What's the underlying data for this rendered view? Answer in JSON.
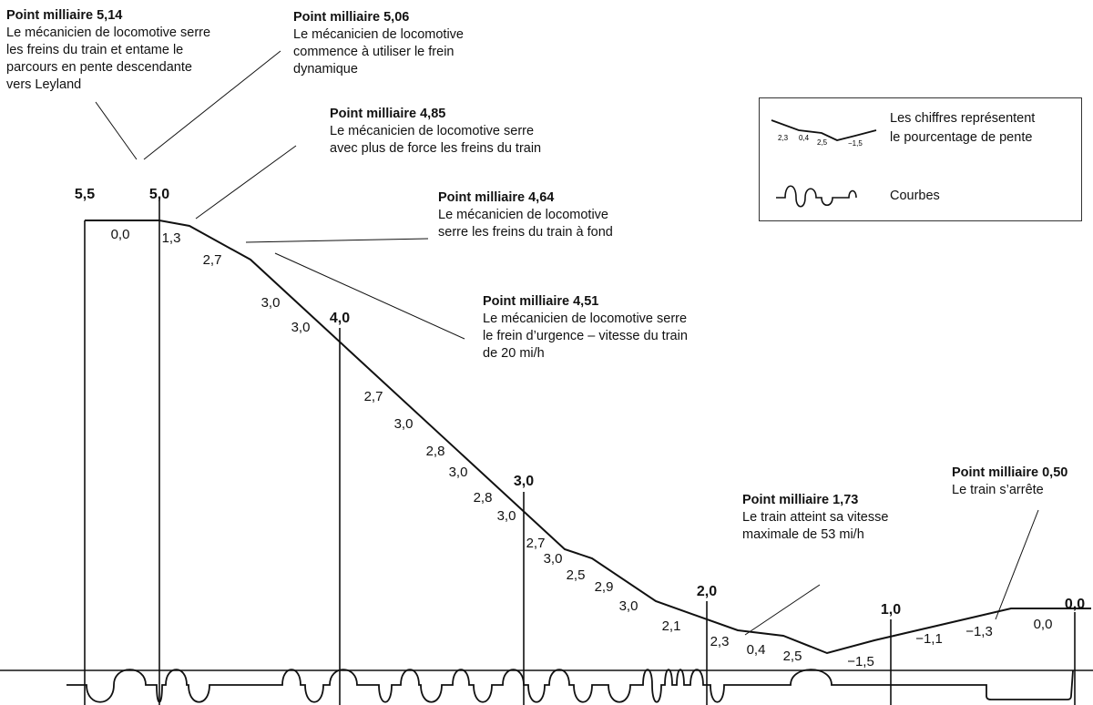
{
  "callouts": [
    {
      "title": "Point milliaire 5,14",
      "lines": [
        "Le mécanicien de locomotive serre",
        "les freins du train et entame le",
        "parcours en pente descendante",
        "vers Leyland"
      ]
    },
    {
      "title": "Point milliaire 5,06",
      "lines": [
        "Le mécanicien de locomotive",
        "commence à utiliser le frein",
        "dynamique"
      ]
    },
    {
      "title": "Point milliaire 4,85",
      "lines": [
        "Le mécanicien de locomotive serre",
        "avec plus de force les freins du train"
      ]
    },
    {
      "title": "Point milliaire 4,64",
      "lines": [
        "Le mécanicien de locomotive",
        "serre les freins du train à fond"
      ]
    },
    {
      "title": "Point milliaire 4,51",
      "lines": [
        "Le mécanicien de locomotive serre",
        "le frein d’urgence – vitesse du train",
        "de 20 mi/h"
      ]
    },
    {
      "title": "Point milliaire 1,73",
      "lines": [
        "Le train atteint sa vitesse",
        "maximale de 53 mi/h"
      ]
    },
    {
      "title": "Point milliaire 0,50",
      "lines": [
        "Le train s’arrête"
      ]
    }
  ],
  "mileposts": [
    "5,5",
    "5,0",
    "4,0",
    "3,0",
    "2,0",
    "1,0",
    "0,0"
  ],
  "grades": [
    "0,0",
    "1,3",
    "2,7",
    "3,0",
    "3,0",
    "2,7",
    "3,0",
    "2,8",
    "3,0",
    "2,8",
    "3,0",
    "2,7",
    "3,0",
    "2,5",
    "2,9",
    "3,0",
    "2,1",
    "2,3",
    "0,4",
    "2,5",
    "−1,5",
    "−1,1",
    "−1,3",
    "0,0"
  ],
  "legend": {
    "grade_text": [
      "Les chiffres représentent",
      "le pourcentage de pente"
    ],
    "sample_grades": [
      "2,3",
      "0,4",
      "2,5",
      "−1,5"
    ],
    "curves_text": "Courbes"
  }
}
